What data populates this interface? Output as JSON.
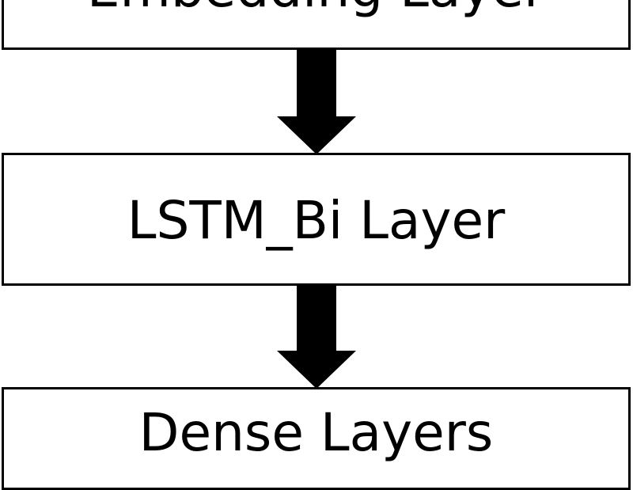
{
  "diagram": {
    "layers": [
      {
        "label": "Embedding Layer"
      },
      {
        "label": "LSTM_Bi Layer"
      },
      {
        "label": "Dense Layers"
      }
    ],
    "colors": {
      "box_border": "#000000",
      "arrow": "#000000",
      "background": "#ffffff",
      "text": "#000000"
    }
  }
}
